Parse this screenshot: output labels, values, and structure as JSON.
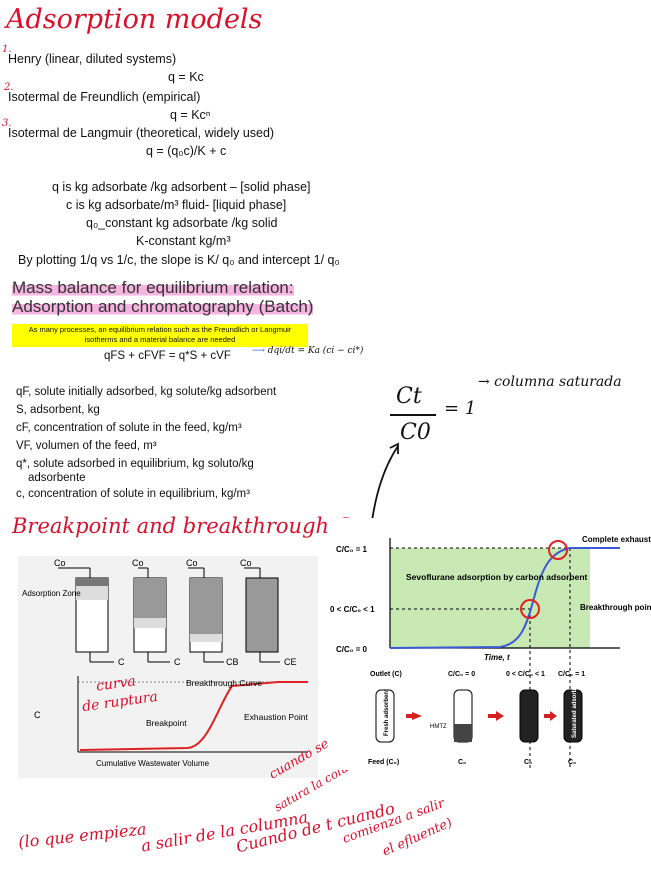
{
  "title_handwritten": "Adsorption models",
  "models": {
    "item_numbers": [
      "1.",
      "2.",
      "3."
    ],
    "henry": "Henry (linear, diluted systems)",
    "henry_eq": "q = Kc",
    "freundlich": "Isotermal de Freundlich (empirical)",
    "freundlich_eq": "q =  Kcⁿ",
    "langmuir": "Isotermal de Langmuir (theoretical, widely used)",
    "langmuir_eq": "q = (q₀c)/K + c",
    "def_q": "q is kg adsorbate /kg adsorbent – [solid phase]",
    "def_c": "c is  kg adsorbate/m³ fluid- [liquid phase]",
    "def_q0": "q₀_constant  kg adsorbate /kg solid",
    "def_K": "K-constant kg/m³",
    "plot_note": "By plotting 1/q vs 1/c, the slope is K/ q₀ and intercept 1/ q₀"
  },
  "mass_balance": {
    "title_line1": "Mass balance for equilibrium relation:",
    "title_line2": "Adsorption and chromatography (Batch)",
    "note": "As many processes, an equilibrium relation such as the Freundlich or Langmuir isotherms and a material balance are needed",
    "equation": "qFS + cFVF = q*S + cVF",
    "rate_equation": "dqi/dt = Ka (ci − ci*)",
    "definitions": [
      "qF, solute initially adsorbed, kg solute/kg adsorbent",
      "S, adsorbent, kg",
      "cF, concentration of solute in the feed, kg/m³",
      "VF, volumen of the feed, m³",
      "q*, solute adsorbed in equilibrium, kg soluto/kg",
      "adsorbente",
      "c, concentration of solute in equilibrium, kg/m³"
    ]
  },
  "annotations": {
    "ct_c0": "Ct",
    "c0": "C0",
    "eq_one": "= 1",
    "saturated": "→ columna saturada",
    "breakpoint_title": "Breakpoint and breakthrough Curve",
    "curva_de_ruptura_1": "curva",
    "curva_de_ruptura_2": "de ruptura",
    "cuando_1": "cuando se",
    "cuando_2": "satura la columna",
    "bottom_1": "(lo que empieza",
    "bottom_2": "a salir de la columna",
    "bottom_3": "Cuando de t cuando",
    "bottom_4": "comienza a salir",
    "bottom_5": "el efluente)"
  },
  "column_diagram": {
    "inlet_label": "Co",
    "adsorption_zone_label": "Adsorption Zone",
    "outlets": [
      "C",
      "C",
      "CB",
      "CE"
    ],
    "y_axis": "C",
    "x_axis": "Cumulative Wastewater Volume",
    "breakthrough_label": "Breakthrough Curve",
    "breakpoint_label": "Breakpoint",
    "exhaustion_label": "Exhaustion Point"
  },
  "sevo_chart": {
    "y_tick_top": "C/C₀ = 1",
    "y_tick_mid": "0 < C/C₀ < 1",
    "y_tick_bottom": "C/C₀ = 0",
    "region_label": "Sevoflurane adsorption by carbon adsorbent",
    "x_axis": "Time, t",
    "complete_label": "Complete exhaustion",
    "breakthrough_label": "Breakthrough point",
    "stage_labels": [
      "Outlet (C)",
      "C/C₀ = 0",
      "0 < C/C₀ < 1",
      "C/C₀ = 1"
    ],
    "fresh": "Fresh adsorbent",
    "saturated": "Saturated adsorbent",
    "feed": "Feed (C₀)",
    "hmtz": "HMTZ",
    "c0_label": "C₀",
    "colors": {
      "region": "#c8e8b4",
      "curve": "#3b5bd6",
      "marker": "#e32222",
      "arrow": "#d42020"
    }
  }
}
